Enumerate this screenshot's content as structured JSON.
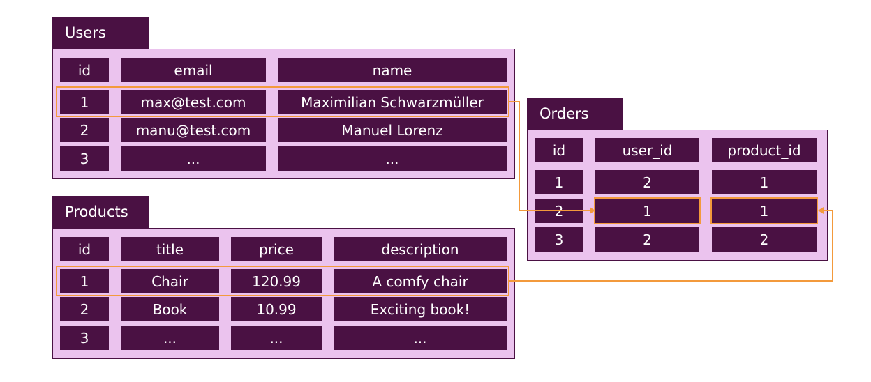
{
  "colors": {
    "header_fill": "#4a1143",
    "panel_fill": "#ebc3ee",
    "highlight": "#f39a3c",
    "text": "#ffffff"
  },
  "users": {
    "title": "Users",
    "columns": [
      "id",
      "email",
      "name"
    ],
    "rows": [
      [
        "1",
        "max@test.com",
        "Maximilian Schwarzmüller"
      ],
      [
        "2",
        "manu@test.com",
        "Manuel Lorenz"
      ],
      [
        "3",
        "...",
        "..."
      ]
    ]
  },
  "products": {
    "title": "Products",
    "columns": [
      "id",
      "title",
      "price",
      "description"
    ],
    "rows": [
      [
        "1",
        "Chair",
        "120.99",
        "A comfy chair"
      ],
      [
        "2",
        "Book",
        "10.99",
        "Exciting book!"
      ],
      [
        "3",
        "...",
        "...",
        "..."
      ]
    ]
  },
  "orders": {
    "title": "Orders",
    "columns": [
      "id",
      "user_id",
      "product_id"
    ],
    "rows": [
      [
        "1",
        "2",
        "1"
      ],
      [
        "2",
        "1",
        "1"
      ],
      [
        "3",
        "2",
        "2"
      ]
    ]
  }
}
